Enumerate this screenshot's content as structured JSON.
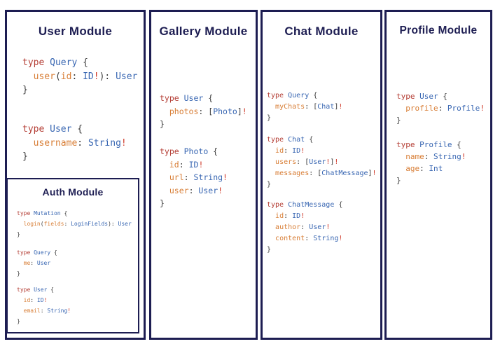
{
  "palette": {
    "border_navy": "#1d1d52",
    "title_navy": "#1d1d52",
    "code_keyword": "#b43e35",
    "code_type": "#3866b2",
    "code_field": "#d87e36",
    "code_punct": "#3d3d3d",
    "code_bang": "#cf3a2a",
    "background": "#ffffff"
  },
  "modules": [
    {
      "id": "user",
      "title": "User Module",
      "blocks": [
        [
          [
            [
              "kw",
              "type "
            ],
            [
              "typ",
              "Query"
            ],
            [
              "pun",
              " {"
            ]
          ],
          [
            [
              "pun",
              "  "
            ],
            [
              "fld",
              "user"
            ],
            [
              "pun",
              "("
            ],
            [
              "fld",
              "id"
            ],
            [
              "pun",
              ": "
            ],
            [
              "typ",
              "ID"
            ],
            [
              "bang",
              "!"
            ],
            [
              "pun",
              "): "
            ],
            [
              "typ",
              "User"
            ]
          ],
          [
            [
              "pun",
              "}"
            ]
          ]
        ],
        [
          [
            [
              "kw",
              "type "
            ],
            [
              "typ",
              "User"
            ],
            [
              "pun",
              " {"
            ]
          ],
          [
            [
              "pun",
              "  "
            ],
            [
              "fld",
              "username"
            ],
            [
              "pun",
              ": "
            ],
            [
              "typ",
              "String"
            ],
            [
              "bang",
              "!"
            ]
          ],
          [
            [
              "pun",
              "}"
            ]
          ]
        ]
      ],
      "submodule": {
        "title": "Auth Module",
        "blocks": [
          [
            [
              [
                "kw",
                "type "
              ],
              [
                "typ",
                "Mutation"
              ],
              [
                "pun",
                " {"
              ]
            ],
            [
              [
                "pun",
                "  "
              ],
              [
                "fld",
                "login"
              ],
              [
                "pun",
                "("
              ],
              [
                "fld",
                "fields"
              ],
              [
                "pun",
                ": "
              ],
              [
                "typ",
                "LoginFields"
              ],
              [
                "pun",
                "): "
              ],
              [
                "typ",
                "User"
              ]
            ],
            [
              [
                "pun",
                "}"
              ]
            ]
          ],
          [
            [
              [
                "kw",
                "type "
              ],
              [
                "typ",
                "Query"
              ],
              [
                "pun",
                " {"
              ]
            ],
            [
              [
                "pun",
                "  "
              ],
              [
                "fld",
                "me"
              ],
              [
                "pun",
                ": "
              ],
              [
                "typ",
                "User"
              ]
            ],
            [
              [
                "pun",
                "}"
              ]
            ]
          ],
          [
            [
              [
                "kw",
                "type "
              ],
              [
                "typ",
                "User"
              ],
              [
                "pun",
                " {"
              ]
            ],
            [
              [
                "pun",
                "  "
              ],
              [
                "fld",
                "id"
              ],
              [
                "pun",
                ": "
              ],
              [
                "typ",
                "ID"
              ],
              [
                "bang",
                "!"
              ]
            ],
            [
              [
                "pun",
                "  "
              ],
              [
                "fld",
                "email"
              ],
              [
                "pun",
                ": "
              ],
              [
                "typ",
                "String"
              ],
              [
                "bang",
                "!"
              ]
            ],
            [
              [
                "pun",
                "}"
              ]
            ]
          ]
        ]
      }
    },
    {
      "id": "gallery",
      "title": "Gallery Module",
      "blocks": [
        [
          [
            [
              "kw",
              "type "
            ],
            [
              "typ",
              "User"
            ],
            [
              "pun",
              " {"
            ]
          ],
          [
            [
              "pun",
              "  "
            ],
            [
              "fld",
              "photos"
            ],
            [
              "pun",
              ": ["
            ],
            [
              "typ",
              "Photo"
            ],
            [
              "pun",
              "]"
            ],
            [
              "bang",
              "!"
            ]
          ],
          [
            [
              "pun",
              "}"
            ]
          ]
        ],
        [
          [
            [
              "kw",
              "type "
            ],
            [
              "typ",
              "Photo"
            ],
            [
              "pun",
              " {"
            ]
          ],
          [
            [
              "pun",
              "  "
            ],
            [
              "fld",
              "id"
            ],
            [
              "pun",
              ": "
            ],
            [
              "typ",
              "ID"
            ],
            [
              "bang",
              "!"
            ]
          ],
          [
            [
              "pun",
              "  "
            ],
            [
              "fld",
              "url"
            ],
            [
              "pun",
              ": "
            ],
            [
              "typ",
              "String"
            ],
            [
              "bang",
              "!"
            ]
          ],
          [
            [
              "pun",
              "  "
            ],
            [
              "fld",
              "user"
            ],
            [
              "pun",
              ": "
            ],
            [
              "typ",
              "User"
            ],
            [
              "bang",
              "!"
            ]
          ],
          [
            [
              "pun",
              "}"
            ]
          ]
        ]
      ]
    },
    {
      "id": "chat",
      "title": "Chat Module",
      "blocks": [
        [
          [
            [
              "kw",
              "type "
            ],
            [
              "typ",
              "Query"
            ],
            [
              "pun",
              " {"
            ]
          ],
          [
            [
              "pun",
              "  "
            ],
            [
              "fld",
              "myChats"
            ],
            [
              "pun",
              ": ["
            ],
            [
              "typ",
              "Chat"
            ],
            [
              "pun",
              "]"
            ],
            [
              "bang",
              "!"
            ]
          ],
          [
            [
              "pun",
              "}"
            ]
          ]
        ],
        [
          [
            [
              "kw",
              "type "
            ],
            [
              "typ",
              "Chat"
            ],
            [
              "pun",
              " {"
            ]
          ],
          [
            [
              "pun",
              "  "
            ],
            [
              "fld",
              "id"
            ],
            [
              "pun",
              ": "
            ],
            [
              "typ",
              "ID"
            ],
            [
              "bang",
              "!"
            ]
          ],
          [
            [
              "pun",
              "  "
            ],
            [
              "fld",
              "users"
            ],
            [
              "pun",
              ": ["
            ],
            [
              "typ",
              "User"
            ],
            [
              "bang",
              "!"
            ],
            [
              "pun",
              "]"
            ],
            [
              "bang",
              "!"
            ]
          ],
          [
            [
              "pun",
              "  "
            ],
            [
              "fld",
              "messages"
            ],
            [
              "pun",
              ": ["
            ],
            [
              "typ",
              "ChatMessage"
            ],
            [
              "pun",
              "]"
            ],
            [
              "bang",
              "!"
            ]
          ],
          [
            [
              "pun",
              "}"
            ]
          ]
        ],
        [
          [
            [
              "kw",
              "type "
            ],
            [
              "typ",
              "ChatMessage"
            ],
            [
              "pun",
              " {"
            ]
          ],
          [
            [
              "pun",
              "  "
            ],
            [
              "fld",
              "id"
            ],
            [
              "pun",
              ": "
            ],
            [
              "typ",
              "ID"
            ],
            [
              "bang",
              "!"
            ]
          ],
          [
            [
              "pun",
              "  "
            ],
            [
              "fld",
              "author"
            ],
            [
              "pun",
              ": "
            ],
            [
              "typ",
              "User"
            ],
            [
              "bang",
              "!"
            ]
          ],
          [
            [
              "pun",
              "  "
            ],
            [
              "fld",
              "content"
            ],
            [
              "pun",
              ": "
            ],
            [
              "typ",
              "String"
            ],
            [
              "bang",
              "!"
            ]
          ],
          [
            [
              "pun",
              "}"
            ]
          ]
        ]
      ]
    },
    {
      "id": "profile",
      "title": "Profile Module",
      "blocks": [
        [
          [
            [
              "kw",
              "type "
            ],
            [
              "typ",
              "User"
            ],
            [
              "pun",
              " {"
            ]
          ],
          [
            [
              "pun",
              "  "
            ],
            [
              "fld",
              "profile"
            ],
            [
              "pun",
              ": "
            ],
            [
              "typ",
              "Profile"
            ],
            [
              "bang",
              "!"
            ]
          ],
          [
            [
              "pun",
              "}"
            ]
          ]
        ],
        [
          [
            [
              "kw",
              "type "
            ],
            [
              "typ",
              "Profile"
            ],
            [
              "pun",
              " {"
            ]
          ],
          [
            [
              "pun",
              "  "
            ],
            [
              "fld",
              "name"
            ],
            [
              "pun",
              ": "
            ],
            [
              "typ",
              "String"
            ],
            [
              "bang",
              "!"
            ]
          ],
          [
            [
              "pun",
              "  "
            ],
            [
              "fld",
              "age"
            ],
            [
              "pun",
              ": "
            ],
            [
              "typ",
              "Int"
            ]
          ],
          [
            [
              "pun",
              "}"
            ]
          ]
        ]
      ]
    }
  ]
}
